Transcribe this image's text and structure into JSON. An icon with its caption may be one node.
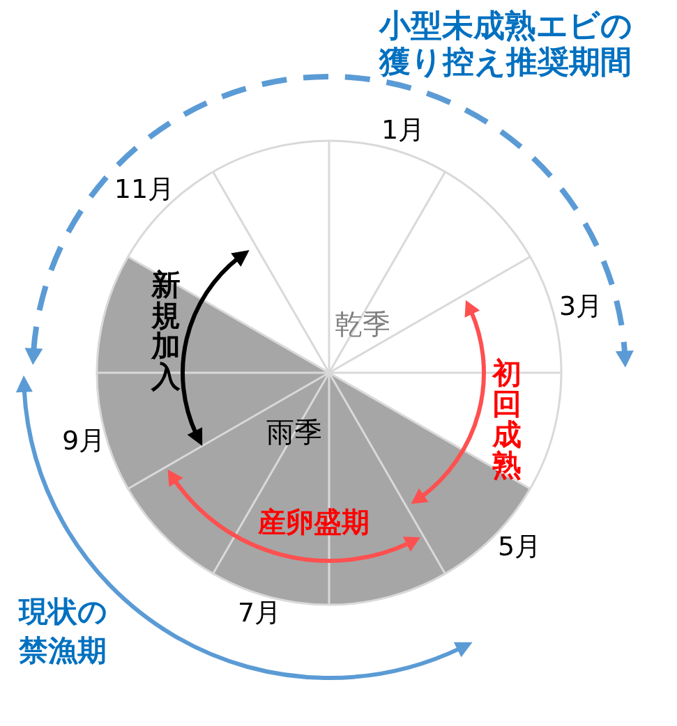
{
  "diagram": {
    "nodes": [
      {
        "text": [
          "乾季"
        ]
      },
      {
        "text": [
          "雨季"
        ]
      }
    ],
    "labels": [
      "小型未成熟エビの獲り控え推奨期間",
      "1月",
      "11月",
      "3月",
      "新規加入",
      "初回成熟",
      "9月",
      "産卵盛期",
      "5月",
      "7月",
      "現状の禁漁期"
    ]
  }
}
